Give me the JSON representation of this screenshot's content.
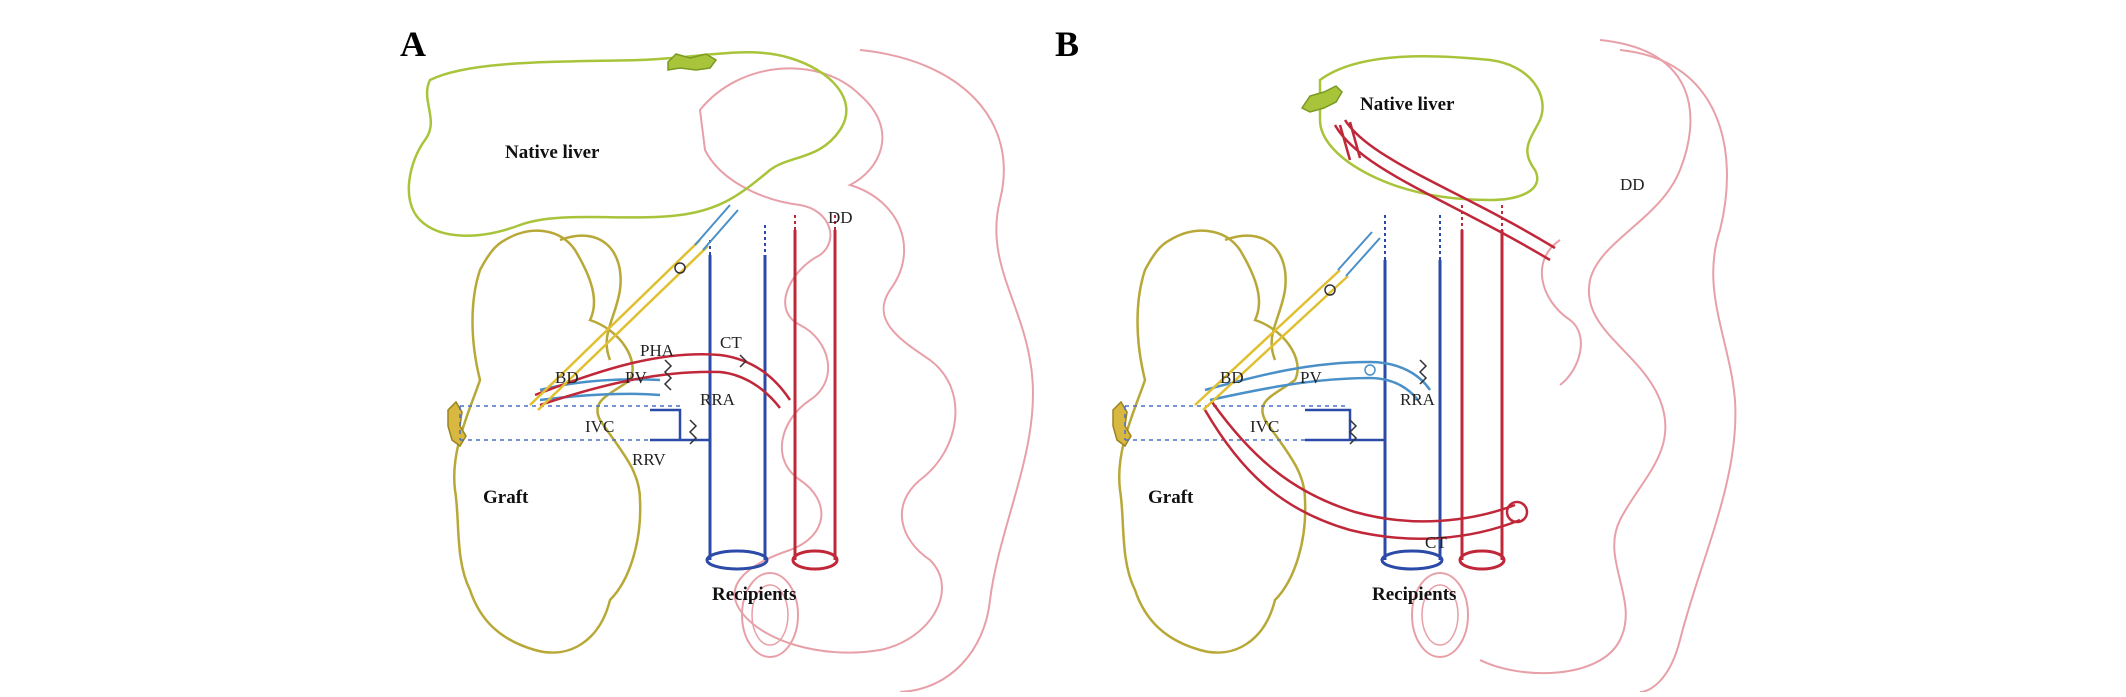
{
  "colors": {
    "liver": "#a8c43a",
    "graft": "#b8a838",
    "colon": "#e8a0a8",
    "artery": "#c0283a",
    "vein": "#2c4aa8",
    "bile": "#e0c030",
    "portal": "#4a90c8",
    "suture": "#333333"
  },
  "panels": [
    {
      "letter": "A",
      "labels": {
        "native_liver": "Native liver",
        "dd": "DD",
        "pha": "PHA",
        "ct": "CT",
        "bd": "BD",
        "pv": "PV",
        "rra": "RRA",
        "ivc": "IVC",
        "rrv": "RRV",
        "graft": "Graft",
        "recipients": "Recipients"
      }
    },
    {
      "letter": "B",
      "labels": {
        "native_liver": "Native liver",
        "dd": "DD",
        "bd": "BD",
        "pv": "PV",
        "rra": "RRA",
        "ivc": "IVC",
        "ct": "CT",
        "graft": "Graft",
        "recipients": "Recipients"
      }
    }
  ]
}
